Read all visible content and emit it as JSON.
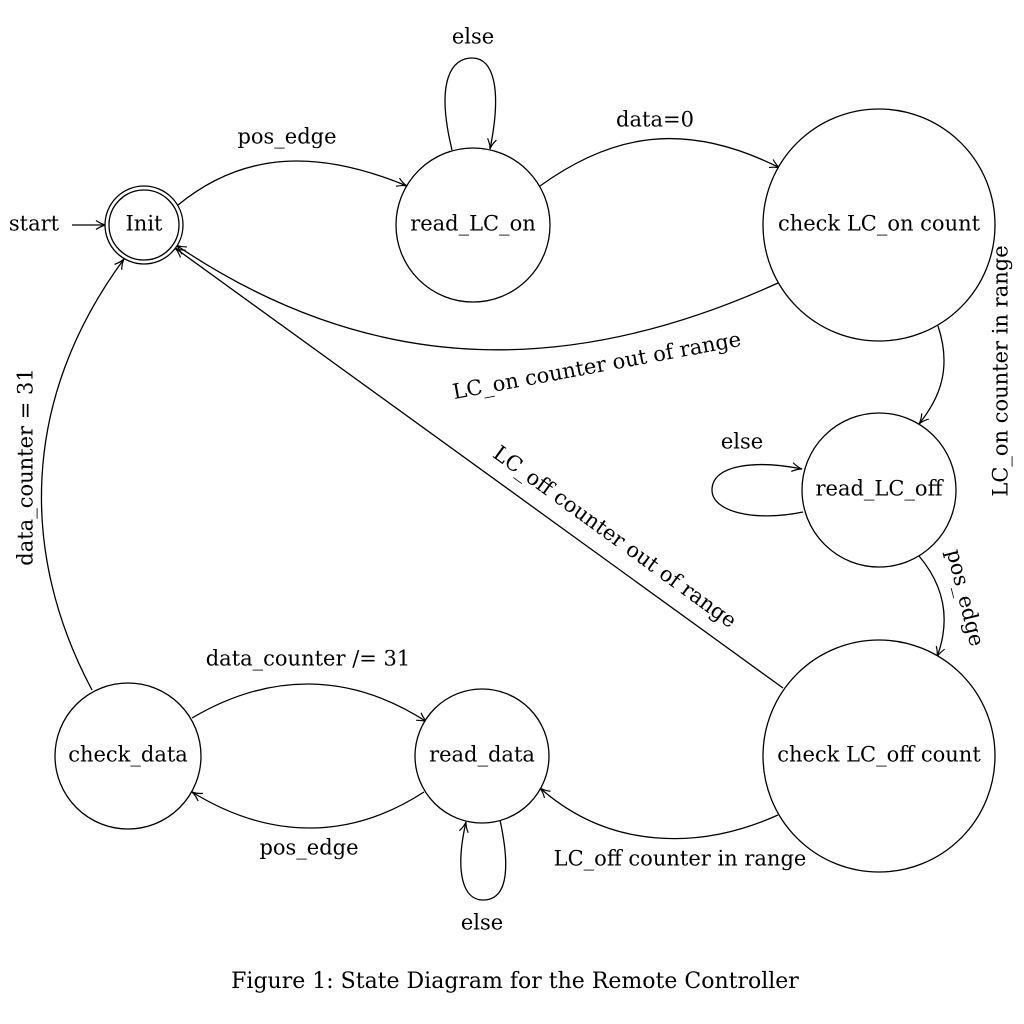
{
  "caption": "Figure 1: State Diagram for the Remote Controller",
  "start_label": "start",
  "states": {
    "init": "Init",
    "read_lc_on": "read_LC_on",
    "check_lc_on": "check LC_on count",
    "read_lc_off": "read_LC_off",
    "check_lc_off": "check LC_off count",
    "read_data": "read_data",
    "check_data": "check_data"
  },
  "transitions": {
    "init_to_read_lc_on": "pos_edge",
    "read_lc_on_self": "else",
    "read_lc_on_to_check_lc_on": "data=0",
    "check_lc_on_to_init": "LC_on counter out of range",
    "check_lc_on_to_read_lc_off": "LC_on counter in range",
    "read_lc_off_self": "else",
    "read_lc_off_to_check_lc_off": "pos_edge",
    "check_lc_off_to_init": "LC_off counter out of range",
    "check_lc_off_to_read_data": "LC_off counter in range",
    "read_data_self": "else",
    "read_data_to_check_data": "pos_edge",
    "check_data_to_read_data": "data_counter /= 31",
    "check_data_to_init": "data_counter = 31"
  }
}
